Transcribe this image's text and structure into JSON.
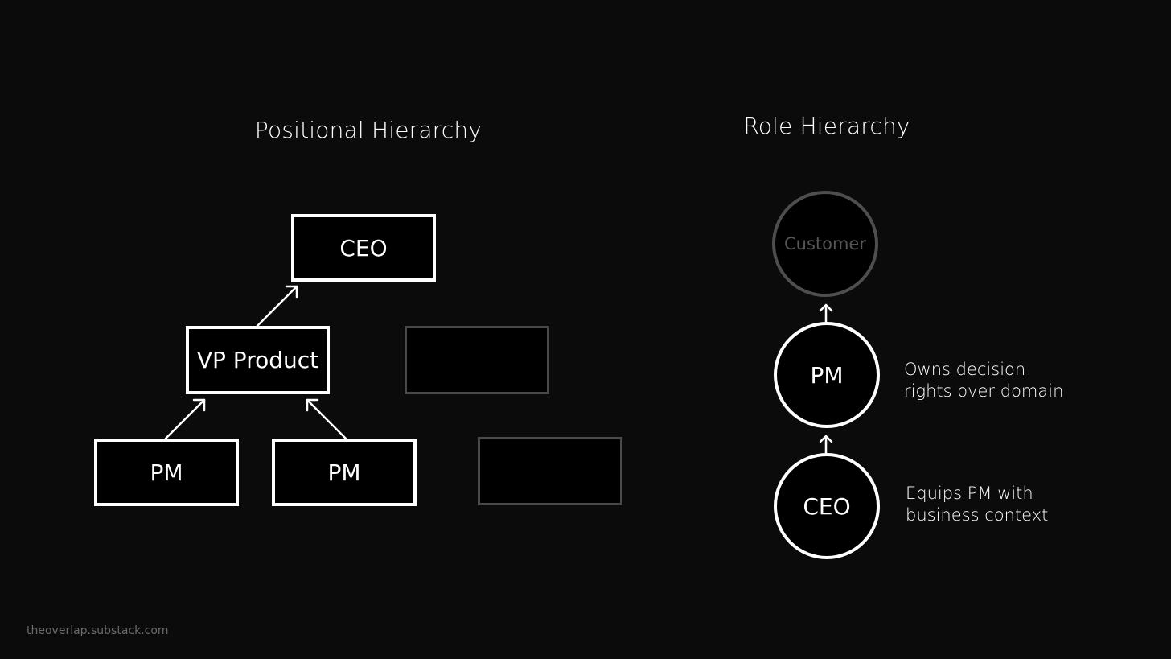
{
  "positional": {
    "title": "Positional Hierarchy",
    "ceo_label": "CEO",
    "vp_label": "VP Product",
    "pm_label_1": "PM",
    "pm_label_2": "PM"
  },
  "role": {
    "title": "Role Hierarchy",
    "customer_label": "Customer",
    "pm_label": "PM",
    "ceo_label": "CEO",
    "pm_note_lines": [
      "Owns decision",
      "rights over domain"
    ],
    "ceo_note_lines": [
      "Equips PM with",
      "business context"
    ]
  },
  "footer": {
    "watermark": "theoverlap.substack.com"
  },
  "colors": {
    "background": "#0b0b0b",
    "foreground": "#ffffff",
    "muted": "#4e4e4e"
  }
}
